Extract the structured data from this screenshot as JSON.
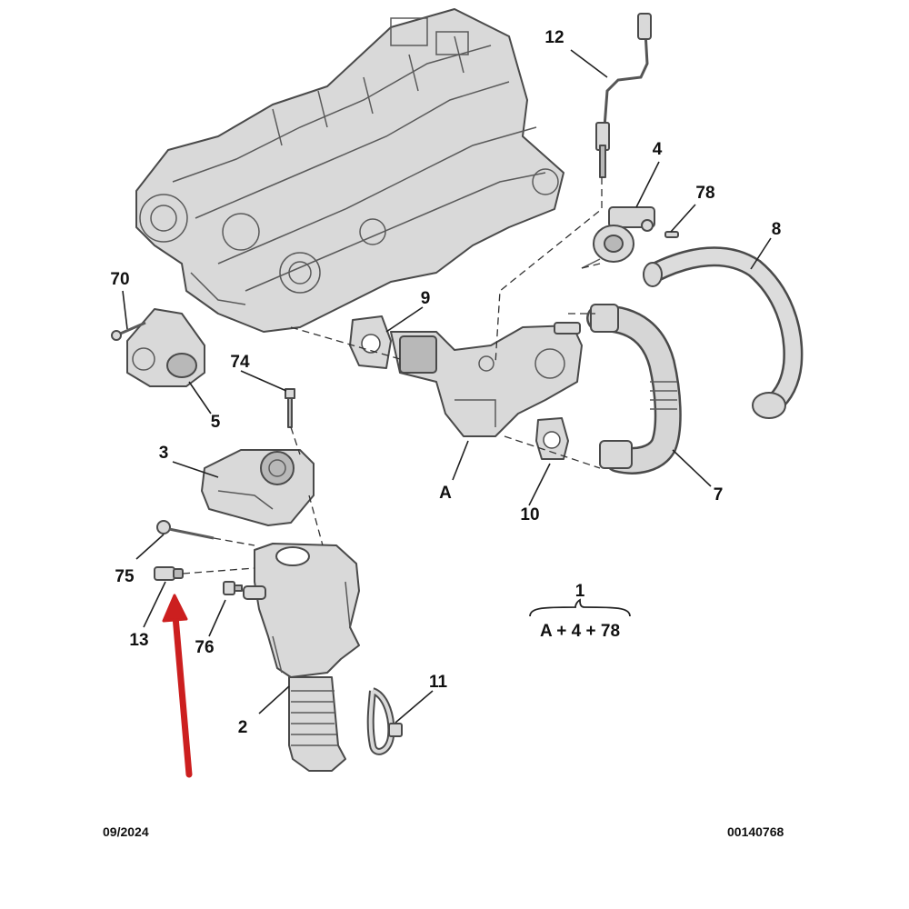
{
  "callouts": {
    "c1": "1",
    "c2": "2",
    "c3": "3",
    "c4": "4",
    "c5": "5",
    "c7": "7",
    "c8": "8",
    "c9": "9",
    "c10": "10",
    "c11": "11",
    "c12": "12",
    "c13": "13",
    "c70": "70",
    "c74": "74",
    "c75": "75",
    "c76": "76",
    "c78": "78",
    "cA": "A"
  },
  "assembly_formula": "A + 4 + 78",
  "footer": {
    "date": "09/2024",
    "reference": "00140768"
  },
  "colors": {
    "highlight_arrow": "#cc1f1f",
    "part_fill": "#d9d9d9",
    "outline": "#4a4a4a"
  }
}
